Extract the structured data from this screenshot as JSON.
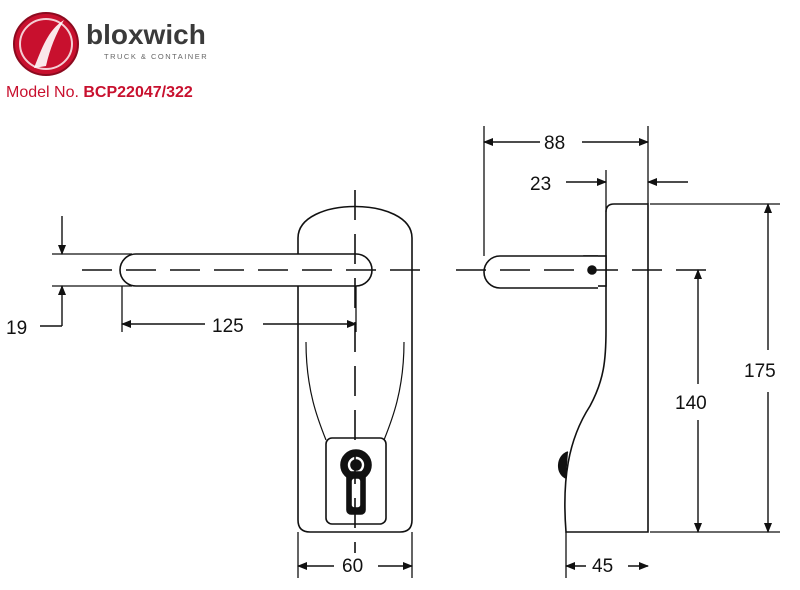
{
  "brand": {
    "name": "bloxwich",
    "tagline": "TRUCK & CONTAINER",
    "accent": "#c8102e"
  },
  "model": {
    "label": "Model No.",
    "number": "BCP22047/322"
  },
  "dimensions": {
    "side_total_depth": "88",
    "side_rose_depth": "23",
    "grip_diameter": "19",
    "lever_length": "125",
    "plate_height": "175",
    "spindle_height": "140",
    "plate_width": "60",
    "base_depth": "45"
  }
}
